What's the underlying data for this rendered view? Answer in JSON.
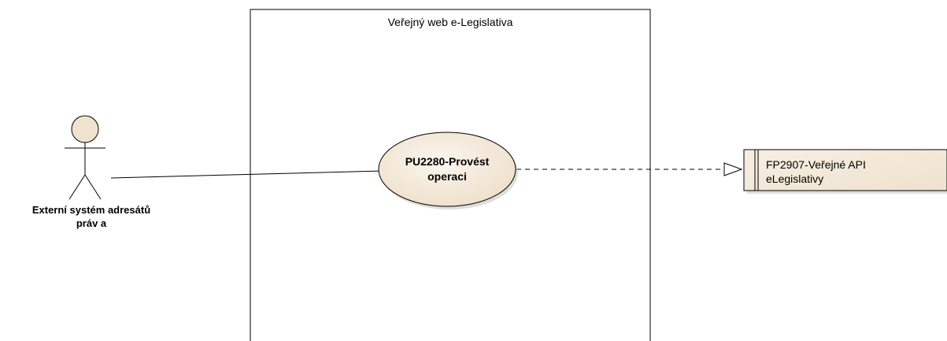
{
  "boundary": {
    "title": "Veřejný web e-Legislativa"
  },
  "actor": {
    "label_line1": "Externí systém adresátů",
    "label_line2": "práv a"
  },
  "use_case": {
    "label_line1": "PU2280-Provést",
    "label_line2": "operaci"
  },
  "component": {
    "label_line1": "FP2907-Veřejné API",
    "label_line2": "eLegislativy"
  },
  "colors": {
    "fill": "#f2e7d6",
    "stroke": "#000000",
    "shadow": "#c8c8c8",
    "background": "#ffffff"
  }
}
